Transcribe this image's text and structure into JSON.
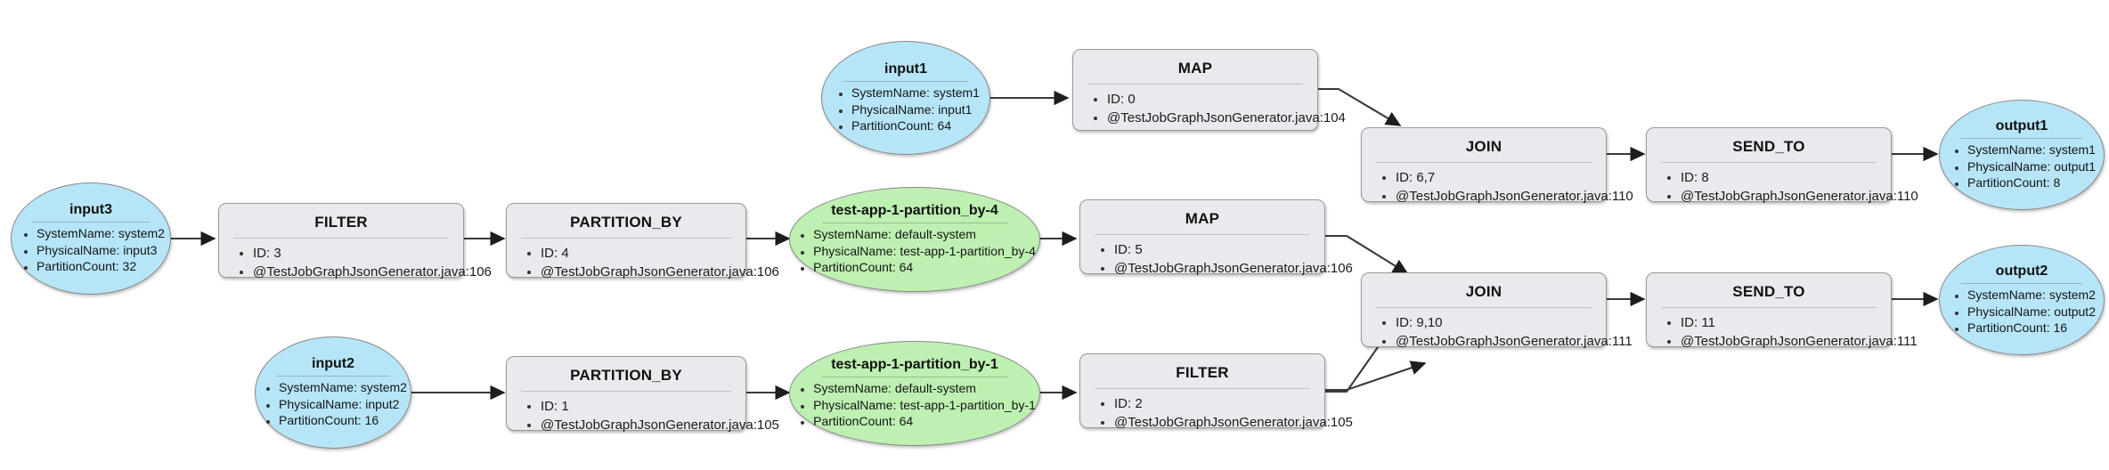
{
  "graph": {
    "title": "Job Graph",
    "colors": {
      "stream_input_output": "#b6e5f8",
      "stream_intermediate": "#bdf0b1",
      "operator_box": "#e9e9ee",
      "edge": "#3a3a3a",
      "border": "#9a9a9a",
      "background": "#ffffff"
    },
    "nodes": [
      {
        "id": "input3",
        "shape": "ellipse",
        "color": "blue",
        "title": "input3",
        "details": [
          "SystemName: system2",
          "PhysicalName: input3",
          "PartitionCount: 32"
        ]
      },
      {
        "id": "filter-3",
        "shape": "box",
        "title": "FILTER",
        "details": [
          "ID: 3",
          "@TestJobGraphJsonGenerator.java:106"
        ]
      },
      {
        "id": "partition-by-4",
        "shape": "box",
        "title": "PARTITION_BY",
        "details": [
          "ID: 4",
          "@TestJobGraphJsonGenerator.java:106"
        ]
      },
      {
        "id": "stream-partition-by-4",
        "shape": "ellipse",
        "color": "green",
        "title": "test-app-1-partition_by-4",
        "details": [
          "SystemName: default-system",
          "PhysicalName: test-app-1-partition_by-4",
          "PartitionCount: 64"
        ]
      },
      {
        "id": "map-5",
        "shape": "box",
        "title": "MAP",
        "details": [
          "ID: 5",
          "@TestJobGraphJsonGenerator.java:106"
        ]
      },
      {
        "id": "input1",
        "shape": "ellipse",
        "color": "blue",
        "title": "input1",
        "details": [
          "SystemName: system1",
          "PhysicalName: input1",
          "PartitionCount: 64"
        ]
      },
      {
        "id": "map-0",
        "shape": "box",
        "title": "MAP",
        "details": [
          "ID: 0",
          "@TestJobGraphJsonGenerator.java:104"
        ]
      },
      {
        "id": "input2",
        "shape": "ellipse",
        "color": "blue",
        "title": "input2",
        "details": [
          "SystemName: system2",
          "PhysicalName: input2",
          "PartitionCount: 16"
        ]
      },
      {
        "id": "partition-by-1",
        "shape": "box",
        "title": "PARTITION_BY",
        "details": [
          "ID: 1",
          "@TestJobGraphJsonGenerator.java:105"
        ]
      },
      {
        "id": "stream-partition-by-1",
        "shape": "ellipse",
        "color": "green",
        "title": "test-app-1-partition_by-1",
        "details": [
          "SystemName: default-system",
          "PhysicalName: test-app-1-partition_by-1",
          "PartitionCount: 64"
        ]
      },
      {
        "id": "filter-2",
        "shape": "box",
        "title": "FILTER",
        "details": [
          "ID: 2",
          "@TestJobGraphJsonGenerator.java:105"
        ]
      },
      {
        "id": "join-67",
        "shape": "box",
        "title": "JOIN",
        "details": [
          "ID: 6,7",
          "@TestJobGraphJsonGenerator.java:110"
        ]
      },
      {
        "id": "send-to-8",
        "shape": "box",
        "title": "SEND_TO",
        "details": [
          "ID: 8",
          "@TestJobGraphJsonGenerator.java:110"
        ]
      },
      {
        "id": "output1",
        "shape": "ellipse",
        "color": "blue",
        "title": "output1",
        "details": [
          "SystemName: system1",
          "PhysicalName: output1",
          "PartitionCount: 8"
        ]
      },
      {
        "id": "join-910",
        "shape": "box",
        "title": "JOIN",
        "details": [
          "ID: 9,10",
          "@TestJobGraphJsonGenerator.java:111"
        ]
      },
      {
        "id": "send-to-11",
        "shape": "box",
        "title": "SEND_TO",
        "details": [
          "ID: 11",
          "@TestJobGraphJsonGenerator.java:111"
        ]
      },
      {
        "id": "output2",
        "shape": "ellipse",
        "color": "blue",
        "title": "output2",
        "details": [
          "SystemName: system2",
          "PhysicalName: output2",
          "PartitionCount: 16"
        ]
      }
    ],
    "edges": [
      {
        "from": "input3",
        "to": "filter-3"
      },
      {
        "from": "filter-3",
        "to": "partition-by-4"
      },
      {
        "from": "partition-by-4",
        "to": "stream-partition-by-4"
      },
      {
        "from": "stream-partition-by-4",
        "to": "map-5"
      },
      {
        "from": "input1",
        "to": "map-0"
      },
      {
        "from": "map-0",
        "to": "join-67"
      },
      {
        "from": "map-5",
        "to": "join-910"
      },
      {
        "from": "input2",
        "to": "partition-by-1"
      },
      {
        "from": "partition-by-1",
        "to": "stream-partition-by-1"
      },
      {
        "from": "stream-partition-by-1",
        "to": "filter-2"
      },
      {
        "from": "filter-2",
        "to": "join-67"
      },
      {
        "from": "filter-2",
        "to": "join-910"
      },
      {
        "from": "join-67",
        "to": "send-to-8"
      },
      {
        "from": "send-to-8",
        "to": "output1"
      },
      {
        "from": "join-910",
        "to": "send-to-11"
      },
      {
        "from": "send-to-11",
        "to": "output2"
      }
    ]
  }
}
